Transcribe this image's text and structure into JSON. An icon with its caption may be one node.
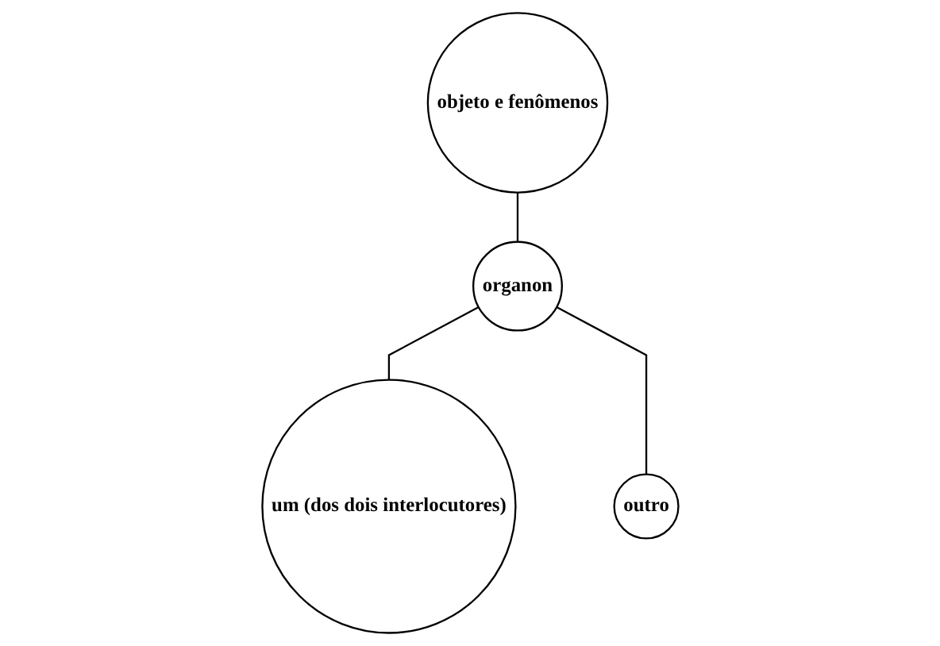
{
  "diagram": {
    "nodes": [
      {
        "text": [
          "objeto e fenômenos"
        ]
      },
      {
        "text": [
          "organon"
        ]
      },
      {
        "text": [
          "um (dos dois interlocutores)"
        ]
      },
      {
        "text": [
          "outro"
        ]
      }
    ],
    "edges": [
      {
        "from": 0,
        "to": 1,
        "arrow": "none"
      },
      {
        "from": 1,
        "to": 2,
        "arrow": "none"
      },
      {
        "from": 1,
        "to": 3,
        "arrow": "none"
      }
    ]
  }
}
